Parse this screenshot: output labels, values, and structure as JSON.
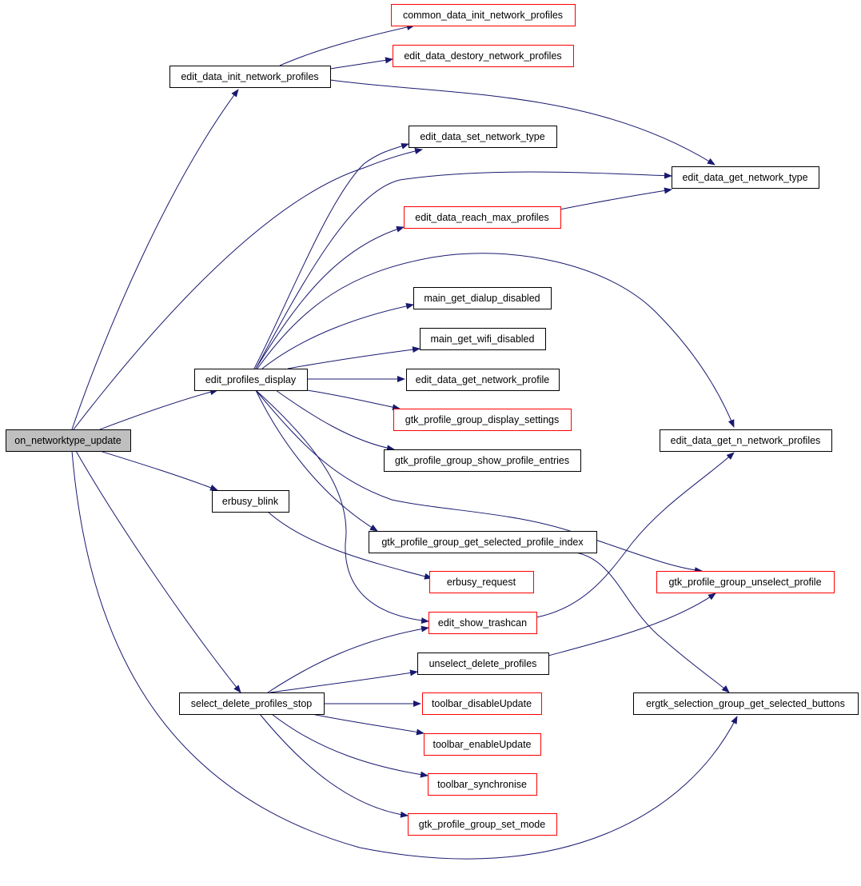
{
  "colors": {
    "edge": "#191970",
    "border_documented": "#000000",
    "border_undocumented": "#ff0000",
    "root_fill": "#bfbfbf",
    "fill": "#ffffff"
  },
  "nodes": [
    {
      "id": "on_networktype_update",
      "label": "on_networktype_update",
      "kind": "root"
    },
    {
      "id": "edit_data_init_network_profiles",
      "label": "edit_data_init_network_profiles",
      "kind": "black"
    },
    {
      "id": "common_data_init_network_profiles",
      "label": "common_data_init_network_profiles",
      "kind": "red"
    },
    {
      "id": "edit_data_destory_network_profiles",
      "label": "edit_data_destory_network_profiles",
      "kind": "red"
    },
    {
      "id": "edit_data_set_network_type",
      "label": "edit_data_set_network_type",
      "kind": "black"
    },
    {
      "id": "edit_data_get_network_type",
      "label": "edit_data_get_network_type",
      "kind": "black"
    },
    {
      "id": "edit_data_reach_max_profiles",
      "label": "edit_data_reach_max_profiles",
      "kind": "red"
    },
    {
      "id": "main_get_dialup_disabled",
      "label": "main_get_dialup_disabled",
      "kind": "black"
    },
    {
      "id": "main_get_wifi_disabled",
      "label": "main_get_wifi_disabled",
      "kind": "black"
    },
    {
      "id": "edit_profiles_display",
      "label": "edit_profiles_display",
      "kind": "black"
    },
    {
      "id": "edit_data_get_network_profile",
      "label": "edit_data_get_network_profile",
      "kind": "black"
    },
    {
      "id": "gtk_profile_group_display_settings",
      "label": "gtk_profile_group_display_settings",
      "kind": "red"
    },
    {
      "id": "edit_data_get_n_network_profiles",
      "label": "edit_data_get_n_network_profiles",
      "kind": "black"
    },
    {
      "id": "gtk_profile_group_show_profile_entries",
      "label": "gtk_profile_group_show_profile_entries",
      "kind": "black"
    },
    {
      "id": "erbusy_blink",
      "label": "erbusy_blink",
      "kind": "black"
    },
    {
      "id": "gtk_profile_group_get_selected_profile_index",
      "label": "gtk_profile_group_get_selected_profile_index",
      "kind": "black"
    },
    {
      "id": "erbusy_request",
      "label": "erbusy_request",
      "kind": "red"
    },
    {
      "id": "gtk_profile_group_unselect_profile",
      "label": "gtk_profile_group_unselect_profile",
      "kind": "red"
    },
    {
      "id": "edit_show_trashcan",
      "label": "edit_show_trashcan",
      "kind": "red"
    },
    {
      "id": "unselect_delete_profiles",
      "label": "unselect_delete_profiles",
      "kind": "black"
    },
    {
      "id": "select_delete_profiles_stop",
      "label": "select_delete_profiles_stop",
      "kind": "black"
    },
    {
      "id": "toolbar_disableUpdate",
      "label": "toolbar_disableUpdate",
      "kind": "red"
    },
    {
      "id": "ergtk_selection_group_get_selected_buttons",
      "label": "ergtk_selection_group_get_selected_buttons",
      "kind": "black"
    },
    {
      "id": "toolbar_enableUpdate",
      "label": "toolbar_enableUpdate",
      "kind": "red"
    },
    {
      "id": "toolbar_synchronise",
      "label": "toolbar_synchronise",
      "kind": "red"
    },
    {
      "id": "gtk_profile_group_set_mode",
      "label": "gtk_profile_group_set_mode",
      "kind": "red"
    }
  ],
  "edges": [
    [
      "on_networktype_update",
      "edit_data_init_network_profiles"
    ],
    [
      "on_networktype_update",
      "edit_data_set_network_type"
    ],
    [
      "on_networktype_update",
      "edit_profiles_display"
    ],
    [
      "on_networktype_update",
      "erbusy_blink"
    ],
    [
      "on_networktype_update",
      "select_delete_profiles_stop"
    ],
    [
      "on_networktype_update",
      "ergtk_selection_group_get_selected_buttons"
    ],
    [
      "edit_data_init_network_profiles",
      "common_data_init_network_profiles"
    ],
    [
      "edit_data_init_network_profiles",
      "edit_data_destory_network_profiles"
    ],
    [
      "edit_data_init_network_profiles",
      "edit_data_get_network_type"
    ],
    [
      "edit_profiles_display",
      "edit_data_set_network_type"
    ],
    [
      "edit_profiles_display",
      "edit_data_get_network_type"
    ],
    [
      "edit_profiles_display",
      "edit_data_reach_max_profiles"
    ],
    [
      "edit_profiles_display",
      "edit_data_get_n_network_profiles"
    ],
    [
      "edit_profiles_display",
      "main_get_dialup_disabled"
    ],
    [
      "edit_profiles_display",
      "main_get_wifi_disabled"
    ],
    [
      "edit_profiles_display",
      "edit_data_get_network_profile"
    ],
    [
      "edit_profiles_display",
      "gtk_profile_group_display_settings"
    ],
    [
      "edit_profiles_display",
      "gtk_profile_group_show_profile_entries"
    ],
    [
      "edit_profiles_display",
      "gtk_profile_group_get_selected_profile_index"
    ],
    [
      "edit_profiles_display",
      "gtk_profile_group_unselect_profile"
    ],
    [
      "edit_profiles_display",
      "edit_show_trashcan"
    ],
    [
      "edit_data_reach_max_profiles",
      "edit_data_get_network_type"
    ],
    [
      "erbusy_blink",
      "erbusy_request"
    ],
    [
      "gtk_profile_group_get_selected_profile_index",
      "ergtk_selection_group_get_selected_buttons"
    ],
    [
      "edit_show_trashcan",
      "edit_data_get_n_network_profiles"
    ],
    [
      "unselect_delete_profiles",
      "gtk_profile_group_unselect_profile"
    ],
    [
      "select_delete_profiles_stop",
      "edit_show_trashcan"
    ],
    [
      "select_delete_profiles_stop",
      "unselect_delete_profiles"
    ],
    [
      "select_delete_profiles_stop",
      "toolbar_disableUpdate"
    ],
    [
      "select_delete_profiles_stop",
      "toolbar_enableUpdate"
    ],
    [
      "select_delete_profiles_stop",
      "toolbar_synchronise"
    ],
    [
      "select_delete_profiles_stop",
      "gtk_profile_group_set_mode"
    ]
  ]
}
